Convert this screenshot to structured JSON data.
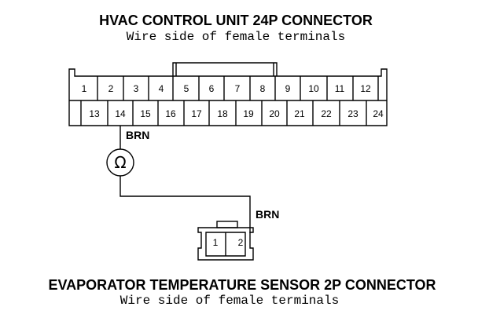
{
  "hvac_connector": {
    "title": "HVAC CONTROL UNIT 24P CONNECTOR",
    "subtitle": "Wire side of female terminals",
    "top_row": [
      "1",
      "2",
      "3",
      "4",
      "5",
      "6",
      "7",
      "8",
      "9",
      "10",
      "11",
      "12"
    ],
    "bottom_row": [
      "13",
      "14",
      "15",
      "16",
      "17",
      "18",
      "19",
      "20",
      "21",
      "22",
      "23",
      "24"
    ]
  },
  "meter": {
    "symbol": "Ω",
    "lead_top_label": "BRN",
    "lead_bottom_label": "BRN"
  },
  "sensor_connector": {
    "title": "EVAPORATOR TEMPERATURE SENSOR 2P CONNECTOR",
    "subtitle": "Wire side of female terminals",
    "pins": [
      "1",
      "2"
    ]
  },
  "colors": {
    "line": "#000000",
    "background": "#ffffff"
  }
}
